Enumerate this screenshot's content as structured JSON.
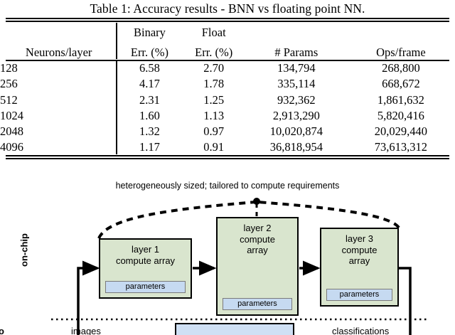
{
  "table": {
    "caption": "Table 1: Accuracy results - BNN vs floating point NN.",
    "header_top": [
      "",
      "Binary",
      "Float",
      "",
      ""
    ],
    "header_bottom": [
      "Neurons/layer",
      "Err. (%)",
      "Err. (%)",
      "# Params",
      "Ops/frame"
    ],
    "rows": [
      {
        "neurons": "128",
        "binary_err": "6.58",
        "float_err": "2.70",
        "params": "134,794",
        "ops": "268,800"
      },
      {
        "neurons": "256",
        "binary_err": "4.17",
        "float_err": "1.78",
        "params": "335,114",
        "ops": "668,672"
      },
      {
        "neurons": "512",
        "binary_err": "2.31",
        "float_err": "1.25",
        "params": "932,362",
        "ops": "1,861,632"
      },
      {
        "neurons": "1024",
        "binary_err": "1.60",
        "float_err": "1.13",
        "params": "2,913,290",
        "ops": "5,820,416"
      },
      {
        "neurons": "2048",
        "binary_err": "1.32",
        "float_err": "0.97",
        "params": "10,020,874",
        "ops": "20,029,440"
      },
      {
        "neurons": "4096",
        "binary_err": "1.17",
        "float_err": "0.91",
        "params": "36,818,954",
        "ops": "73,613,312"
      }
    ]
  },
  "diagram": {
    "annotation": "heterogeneously sized; tailored to compute requirements",
    "onchip_label": "on-chip",
    "offchip_label": "o",
    "images_label": "images",
    "classifications_label": "classifications",
    "nodes": [
      {
        "id": "layer1",
        "title": "layer 1\ncompute array",
        "param_label": "parameters"
      },
      {
        "id": "layer2",
        "title": "layer 2\ncompute\narray",
        "param_label": "parameters"
      },
      {
        "id": "layer3",
        "title": "layer 3\ncompute\narray",
        "param_label": "parameters"
      }
    ]
  },
  "colors": {
    "node_fill": "#d9e5ce",
    "node_border": "#000000",
    "param_fill": "#c6daf1",
    "param_border": "#7a7a7a",
    "bottom_box_fill": "#cfe0f4",
    "page_background": "#ffffff",
    "text": "#000000"
  }
}
